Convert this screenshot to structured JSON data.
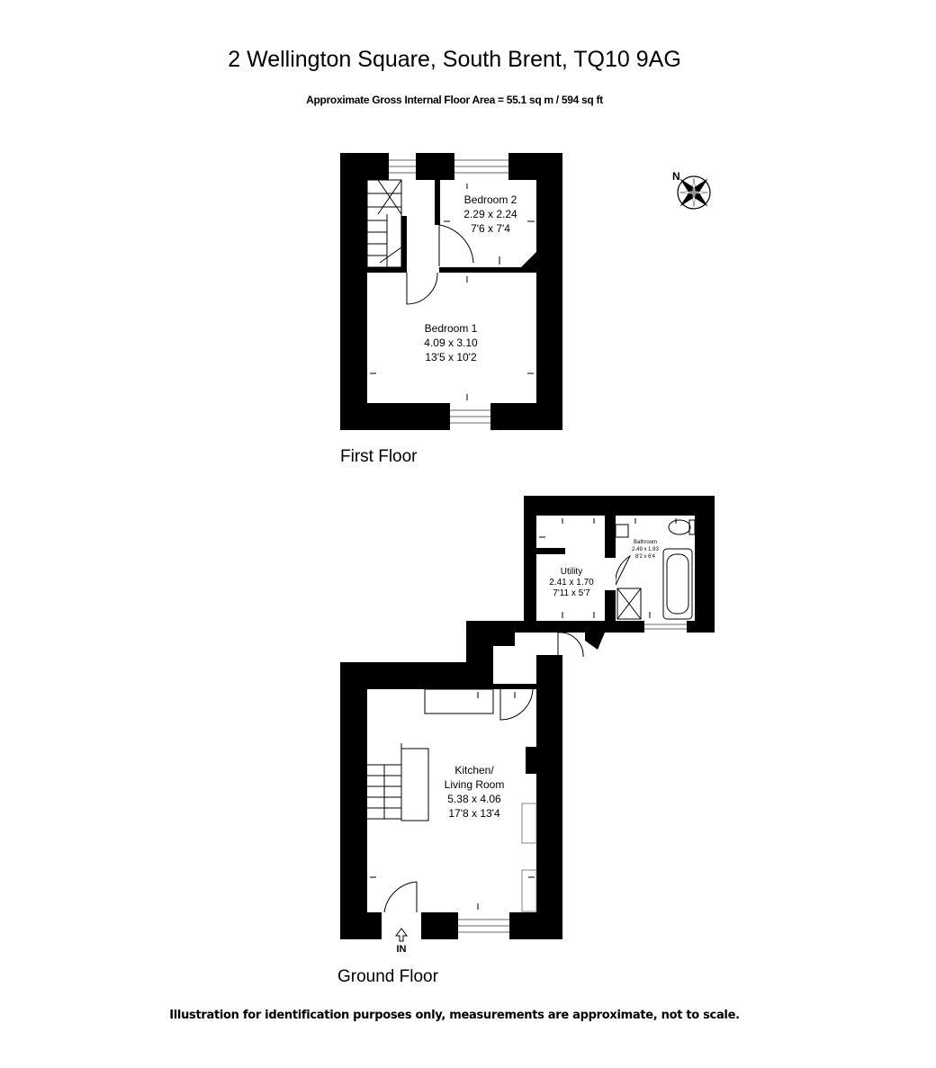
{
  "header": {
    "title": "2 Wellington Square, South Brent, TQ10 9AG",
    "area": "Approximate Gross Internal Floor Area  = 55.1 sq m  / 594 sq ft"
  },
  "compass": {
    "label": "N"
  },
  "floors": {
    "first": {
      "label": "First Floor",
      "rooms": {
        "bedroom2": {
          "name": "Bedroom 2",
          "metric": "2.29 x 2.24",
          "imperial": "7'6 x 7'4"
        },
        "bedroom1": {
          "name": "Bedroom 1",
          "metric": "4.09 x 3.10",
          "imperial": "13'5 x 10'2"
        }
      }
    },
    "ground": {
      "label": "Ground Floor",
      "entrance": "IN",
      "rooms": {
        "bathroom": {
          "name": "Bathroom",
          "metric": "2.49 x 1.93",
          "imperial": "8'2 x 6'4"
        },
        "utility": {
          "name": "Utility",
          "metric": "2.41 x 1.70",
          "imperial": "7'11 x 5'7"
        },
        "kitchen": {
          "name_line1": "Kitchen/",
          "name_line2": "Living Room",
          "metric": "5.38 x 4.06",
          "imperial": "17'8 x 13'4"
        }
      }
    }
  },
  "footer": "Illustration for identification purposes only, measurements are approximate, not to scale."
}
